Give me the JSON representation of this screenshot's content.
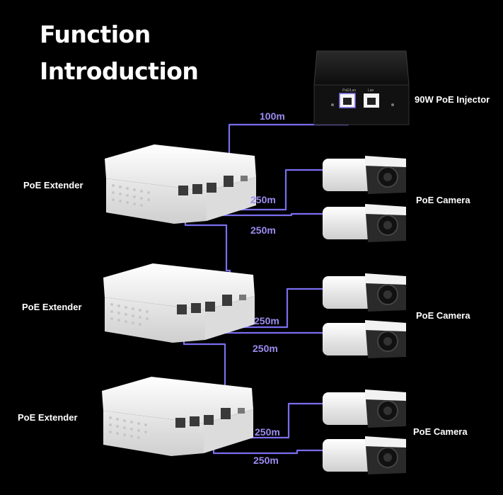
{
  "title": {
    "line1": "Function",
    "line2": "Introduction"
  },
  "injector": {
    "label": "90W PoE Injector",
    "port_label_1": "PoE/Lan",
    "port_label_2": "Lan"
  },
  "extenders": [
    {
      "label": "PoE Extender"
    },
    {
      "label": "PoE Extender"
    },
    {
      "label": "PoE Extender"
    }
  ],
  "camera_groups": [
    {
      "label": "PoE Camera"
    },
    {
      "label": "PoE Camera"
    },
    {
      "label": "PoE Camera"
    }
  ],
  "cable_distances": {
    "injector_link": "100m",
    "group1": [
      "250m",
      "250m"
    ],
    "group2": [
      "250m",
      "250m"
    ],
    "group3": [
      "250m",
      "250m"
    ]
  },
  "colors": {
    "background": "#000000",
    "cable": "#7a6ef0",
    "device": "#eeeeee"
  }
}
